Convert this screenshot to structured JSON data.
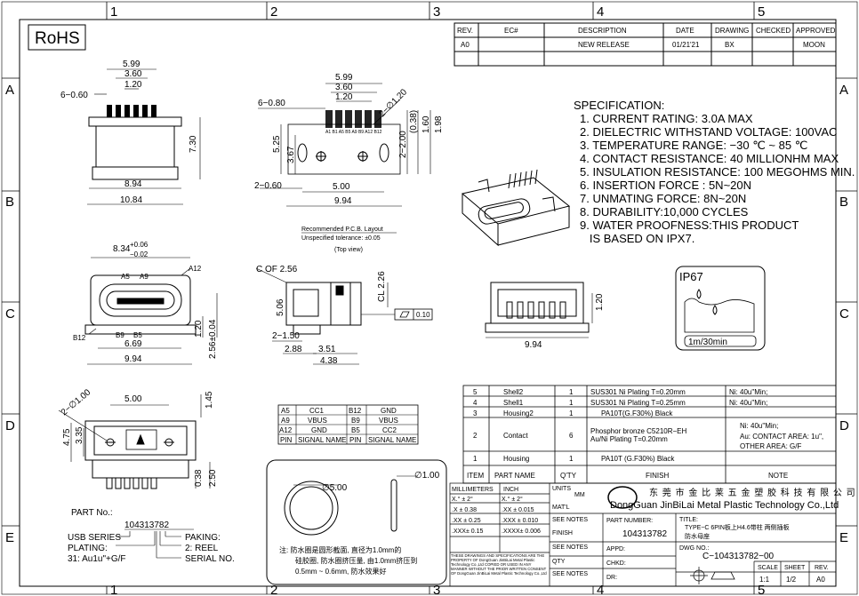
{
  "rohs": "RoHS",
  "border": {
    "cols": [
      "1",
      "2",
      "3",
      "4",
      "5"
    ],
    "rows": [
      "A",
      "B",
      "C",
      "D",
      "E"
    ]
  },
  "revision": {
    "headers": [
      "REV.",
      "EC#",
      "DESCRIPTION",
      "DATE",
      "DRAWING",
      "CHECKED",
      "APPROVED"
    ],
    "row": [
      "A0",
      "",
      "NEW RELEASE",
      "01/21'21",
      "BX",
      "",
      "MOON"
    ]
  },
  "spec": {
    "title": "SPECIFICATION:",
    "items": [
      "1. CURRENT RATING: 3.0A MAX",
      "2. DIELECTRIC WITHSTAND VOLTAGE: 100VAC",
      "3. TEMPERATURE RANGE: −30 ℃ ~ 85 ℃",
      "4. CONTACT RESISTANCE: 40 MILLIONHM MAX",
      "5. INSULATION RESISTANCE: 100 MEGOHMS MIN.",
      "6. INSERTION FORCE : 5N~20N",
      "7. UNMATING FORCE: 8N~20N",
      "8. DURABILITY:10,000 CYCLES",
      "9. WATER PROOFNESS:THIS PRODUCT",
      "   IS BASED ON IPX7."
    ]
  },
  "ip": {
    "rating": "IP67",
    "depth": "1m/30min"
  },
  "dims": {
    "d599a": "5.99",
    "d360a": "3.60",
    "d120a": "1.20",
    "d6_060": "6−0.60",
    "d730": "7.30",
    "d894": "8.94",
    "d1084": "10.84",
    "d599b": "5.99",
    "d360b": "3.60",
    "d120b": "1.20",
    "d6_080": "6−0.80",
    "d2_120": "2−∅1.20",
    "d525": "5.25",
    "d367": "3.67",
    "d2_200": "2−2.00",
    "d038": "(0.38)",
    "d160": "1.60",
    "d198": "1.98",
    "d2_060": "2−0.60",
    "d500a": "5.00",
    "d994a": "9.94",
    "pcb1": "Recommended P.C.B. Layout",
    "pcb2": "Unspecified tolerance: ±0.05",
    "pcb3": "(Top view)",
    "d834": "8.34",
    "d834up": "+0.06",
    "d834dn": "−0.02",
    "a5": "A5",
    "a9": "A9",
    "a12": "A12",
    "b12": "B12",
    "b9": "B9",
    "b5": "B5",
    "d669": "6.69",
    "d994b": "9.94",
    "d120c": "1.20",
    "d256": "2.56±0.04",
    "cof": "C OF 2.56",
    "d226": "CL 2.26",
    "d506": "5.06",
    "d2_150": "2−1.50",
    "d288": "2.88",
    "d351": "3.51",
    "d438": "4.38",
    "flat": "0.10",
    "d120d": "1.20",
    "d994c": "9.94",
    "d500b": "5.00",
    "d145": "1.45",
    "d2_100": "2−∅1.00",
    "d475": "4.75",
    "d335": "3.35",
    "d038b": "0.38",
    "d250": "2.50",
    "d500c": "∅5.00",
    "d100": "∅1.00"
  },
  "pin_labels": "A1 B1 A5 B5 A9 B9 A12 B12",
  "signals": {
    "rows": [
      [
        "A5",
        "CC1",
        "B12",
        "GND"
      ],
      [
        "A9",
        "VBUS",
        "B9",
        "VBUS"
      ],
      [
        "A12",
        "GND",
        "B5",
        "CC2"
      ],
      [
        "PIN",
        "SIGNAL NAME",
        "PIN",
        "SIGNAL NAME"
      ]
    ]
  },
  "note": {
    "line1": "注: 防水圈是圆形截面, 直径为1.0mm的",
    "line2": "硅胶圈, 防水圈挤压量, 由1.0mm挤压到",
    "line3": "0.5mm ~ 0.6mm, 防水效果好"
  },
  "part": {
    "label": "PART No.:",
    "number": "104313782",
    "series1": "USB SERIES",
    "series2": "PLATING:",
    "series3": "31: Au1u\"+G/F",
    "pak1": "PAKING:",
    "pak2": "2: REEL",
    "pak3": "SERIAL NO."
  },
  "bom": {
    "rows": [
      {
        "item": "5",
        "name": "Shell2",
        "qty": "1",
        "finish": "SUS301 Ni  Plating T=0.20mm",
        "note": "Ni: 40u\"Min;"
      },
      {
        "item": "4",
        "name": "Shell1",
        "qty": "1",
        "finish": "SUS301 Ni  Plating T=0.25mm",
        "note": "Ni: 40u\"Min;"
      },
      {
        "item": "3",
        "name": "Housing2",
        "qty": "1",
        "finish": "PA10T(G.F30%)  Black",
        "note": ""
      },
      {
        "item": "2",
        "name": "Contact",
        "qty": "6",
        "finish": "Phosphor bronze  C5210R−EH",
        "finish2": "Au/Ni  Plating  T=0.20mm",
        "note": "Ni: 40u\"Min;",
        "note2": "Au: CONTACT AREA: 1u\",",
        "note3": "OTHER AREA: G/F"
      },
      {
        "item": "1",
        "name": "Housing",
        "qty": "1",
        "finish": "PA10T (G.F30%) Black",
        "note": ""
      }
    ],
    "headers": [
      "ITEM",
      "PART  NAME",
      "Q'TY",
      "FINISH",
      "NOTE"
    ]
  },
  "title_block": {
    "units_label": "UNITS",
    "units": "MM",
    "tol_h1": "MILLIMETERS",
    "tol_h2": "INCH",
    "tol": [
      [
        "X.° ± 2°",
        "X.° ± 2°"
      ],
      [
        ".X  ± 0.38",
        ".XX  ± 0.015"
      ],
      [
        ".XX ± 0.25",
        ".XXX ± 0.010"
      ],
      [
        ".XXX± 0.15",
        ".XXXX± 0.006"
      ]
    ],
    "matl": "MAT'L",
    "see1": "SEE NOTES",
    "finish": "FINISH",
    "see2": "SEE NOTES",
    "qty": "QTY",
    "see3": "SEE NOTES",
    "legal": "THESE DRAWINGS AND SPECIFICATIONS ARE THE PROPERTY OF DongGuan JinBiLai Metal Plastic Technology Co.,Ltd COPIED OR USED IN ANY MANNER WITHOUT THE PRIOR WRITTEN CONSENT OF DongGuan JinBiLai Metal Plastic Technology Co.,Ltd",
    "company_cn": "东 莞 市 金 比 莱 五 金 塑 胶 科 技 有 限 公 司",
    "company_en": "DongGuan JinBiLai Metal Plastic Technology Co.,Ltd",
    "part_label": "PART NUMBER:",
    "part_no": "104313782",
    "title_label": "TITLE:",
    "title1": "TYPE−C 6PIN板上H4.6带柱 两侧插板",
    "title2": "防水母座",
    "appd": "APPD:",
    "chkd": "CHKD:",
    "dr": "DR:",
    "dwg_label": "DWG NO.:",
    "dwg_no": "C−104313782−00",
    "scale_h": "SCALE",
    "sheet_h": "SHEET",
    "rev_h": "REV.",
    "scale": "1:1",
    "sheet": "1/2",
    "rev": "A0"
  }
}
